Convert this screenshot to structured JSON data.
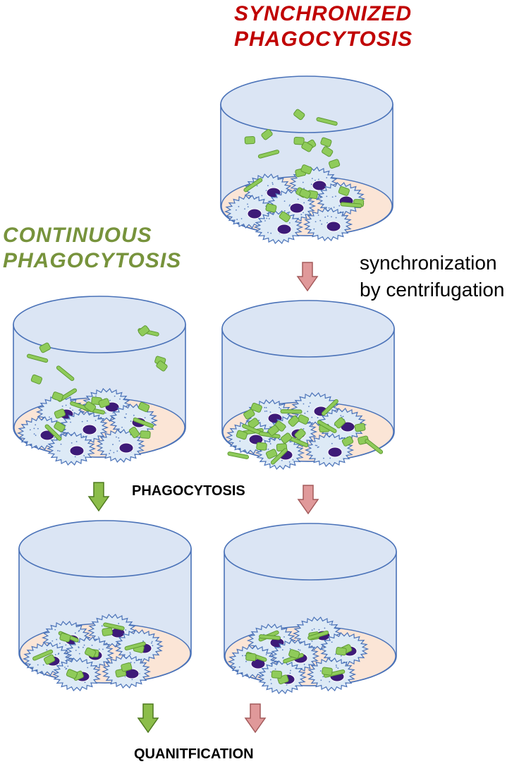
{
  "titles": {
    "synchronized": [
      "SYNCHRONIZED",
      "PHAGOCYTOSIS"
    ],
    "continuous": [
      "CONTINUOUS",
      "PHAGOCYTOSIS"
    ]
  },
  "steps": {
    "phagocytosis": "PHAGOCYTOSIS",
    "quantification": "QUANITFICATION"
  },
  "annotation": {
    "line1": "synchronization",
    "line2": "by centrifugation"
  },
  "colors": {
    "continuous_title": "#77933c",
    "synchronized_title": "#c00000",
    "well_fill": "#dbe5f4",
    "well_stroke": "#4a72b8",
    "medium_bottom": "#fbe5d6",
    "cell_fill": "#ddeaf6",
    "nucleus": "#3d1a78",
    "bacteria": "#8fcb5a",
    "arrow_green": "#8cbd4a",
    "arrow_pink": "#e0999a"
  }
}
